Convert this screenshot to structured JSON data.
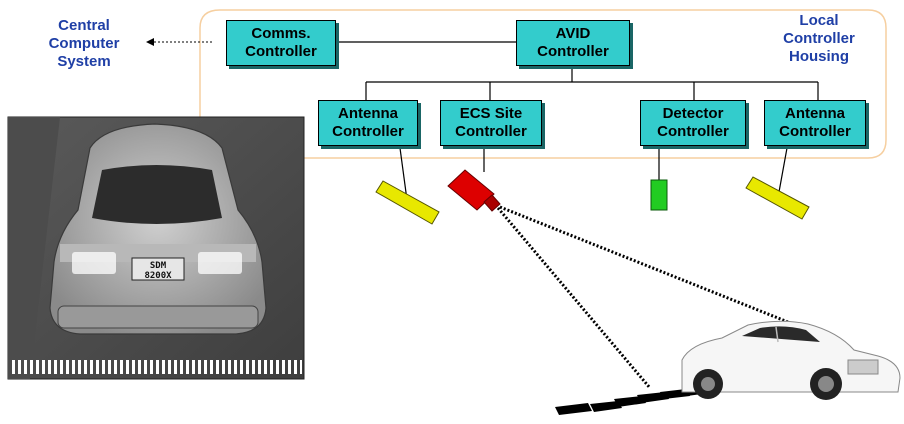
{
  "labels": {
    "central": "Central\nComputer\nSystem",
    "housing": "Local\nController\nHousing",
    "plate_line1": "SDM",
    "plate_line2": "8200X"
  },
  "controllers": {
    "comms": "Comms.\nController",
    "avid": "AVID\nController",
    "antenna_left": "Antenna\nController",
    "ecs": "ECS Site\nController",
    "detector": "Detector\nController",
    "antenna_right": "Antenna\nController"
  },
  "colors": {
    "controller_fill": "#33cccc",
    "label_text": "#1f3fa6",
    "housing_outline": "#f6cfa0",
    "antenna": "#e8e800",
    "camera": "#dd0000",
    "detector": "#22cc22"
  }
}
